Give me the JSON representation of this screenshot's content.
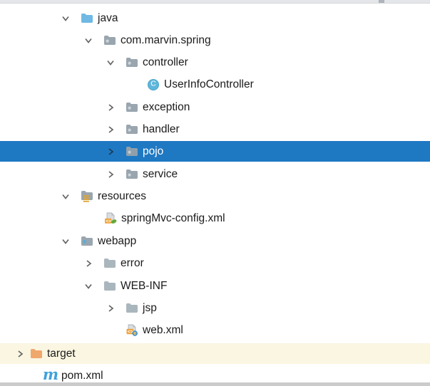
{
  "colors": {
    "selection_bg": "#1F78C2",
    "selection_text": "#FFFFFF",
    "excluded_row_bg": "#FAF6E2",
    "tree_text": "#1B1B1B",
    "source_folder_blue": "#6FB9E4",
    "package_folder_gray": "#9AA6AF",
    "plain_folder_gray": "#AAB6BD",
    "excluded_folder_tan": "#F0A76C",
    "class_badge_blue": "#5FB6DB",
    "spring_leaf_green": "#6DB33F",
    "xml_badge_orange": "#EDA33C",
    "maven_blue": "#3FA1DB",
    "top_bar_gray": "#E4E6EA",
    "bottom_bar_gray": "#CBCBCB"
  },
  "class_badge_letter": "C",
  "tree": {
    "items": [
      {
        "label": "java",
        "icon": "source-folder",
        "state": "expanded",
        "selected": false
      },
      {
        "label": "com.marvin.spring",
        "icon": "package-folder",
        "state": "expanded",
        "selected": false
      },
      {
        "label": "controller",
        "icon": "package-folder",
        "state": "expanded",
        "selected": false
      },
      {
        "label": "UserInfoController",
        "icon": "java-class",
        "state": "leaf",
        "selected": false
      },
      {
        "label": "exception",
        "icon": "package-folder",
        "state": "collapsed",
        "selected": false
      },
      {
        "label": "handler",
        "icon": "package-folder",
        "state": "collapsed",
        "selected": false
      },
      {
        "label": "pojo",
        "icon": "package-folder",
        "state": "collapsed",
        "selected": true
      },
      {
        "label": "service",
        "icon": "package-folder",
        "state": "collapsed",
        "selected": false
      },
      {
        "label": "resources",
        "icon": "resources-folder",
        "state": "expanded",
        "selected": false
      },
      {
        "label": "springMvc-config.xml",
        "icon": "spring-config-file",
        "state": "leaf",
        "selected": false
      },
      {
        "label": "webapp",
        "icon": "web-folder",
        "state": "expanded",
        "selected": false
      },
      {
        "label": "error",
        "icon": "folder",
        "state": "collapsed",
        "selected": false
      },
      {
        "label": "WEB-INF",
        "icon": "folder",
        "state": "expanded",
        "selected": false
      },
      {
        "label": "jsp",
        "icon": "folder",
        "state": "collapsed",
        "selected": false
      },
      {
        "label": "web.xml",
        "icon": "web-xml-file",
        "state": "leaf",
        "selected": false
      },
      {
        "label": "target",
        "icon": "excluded-folder",
        "state": "collapsed",
        "selected": false,
        "row_highlight": "excluded"
      },
      {
        "label": "pom.xml",
        "icon": "maven-file",
        "state": "leaf",
        "selected": false
      }
    ]
  }
}
